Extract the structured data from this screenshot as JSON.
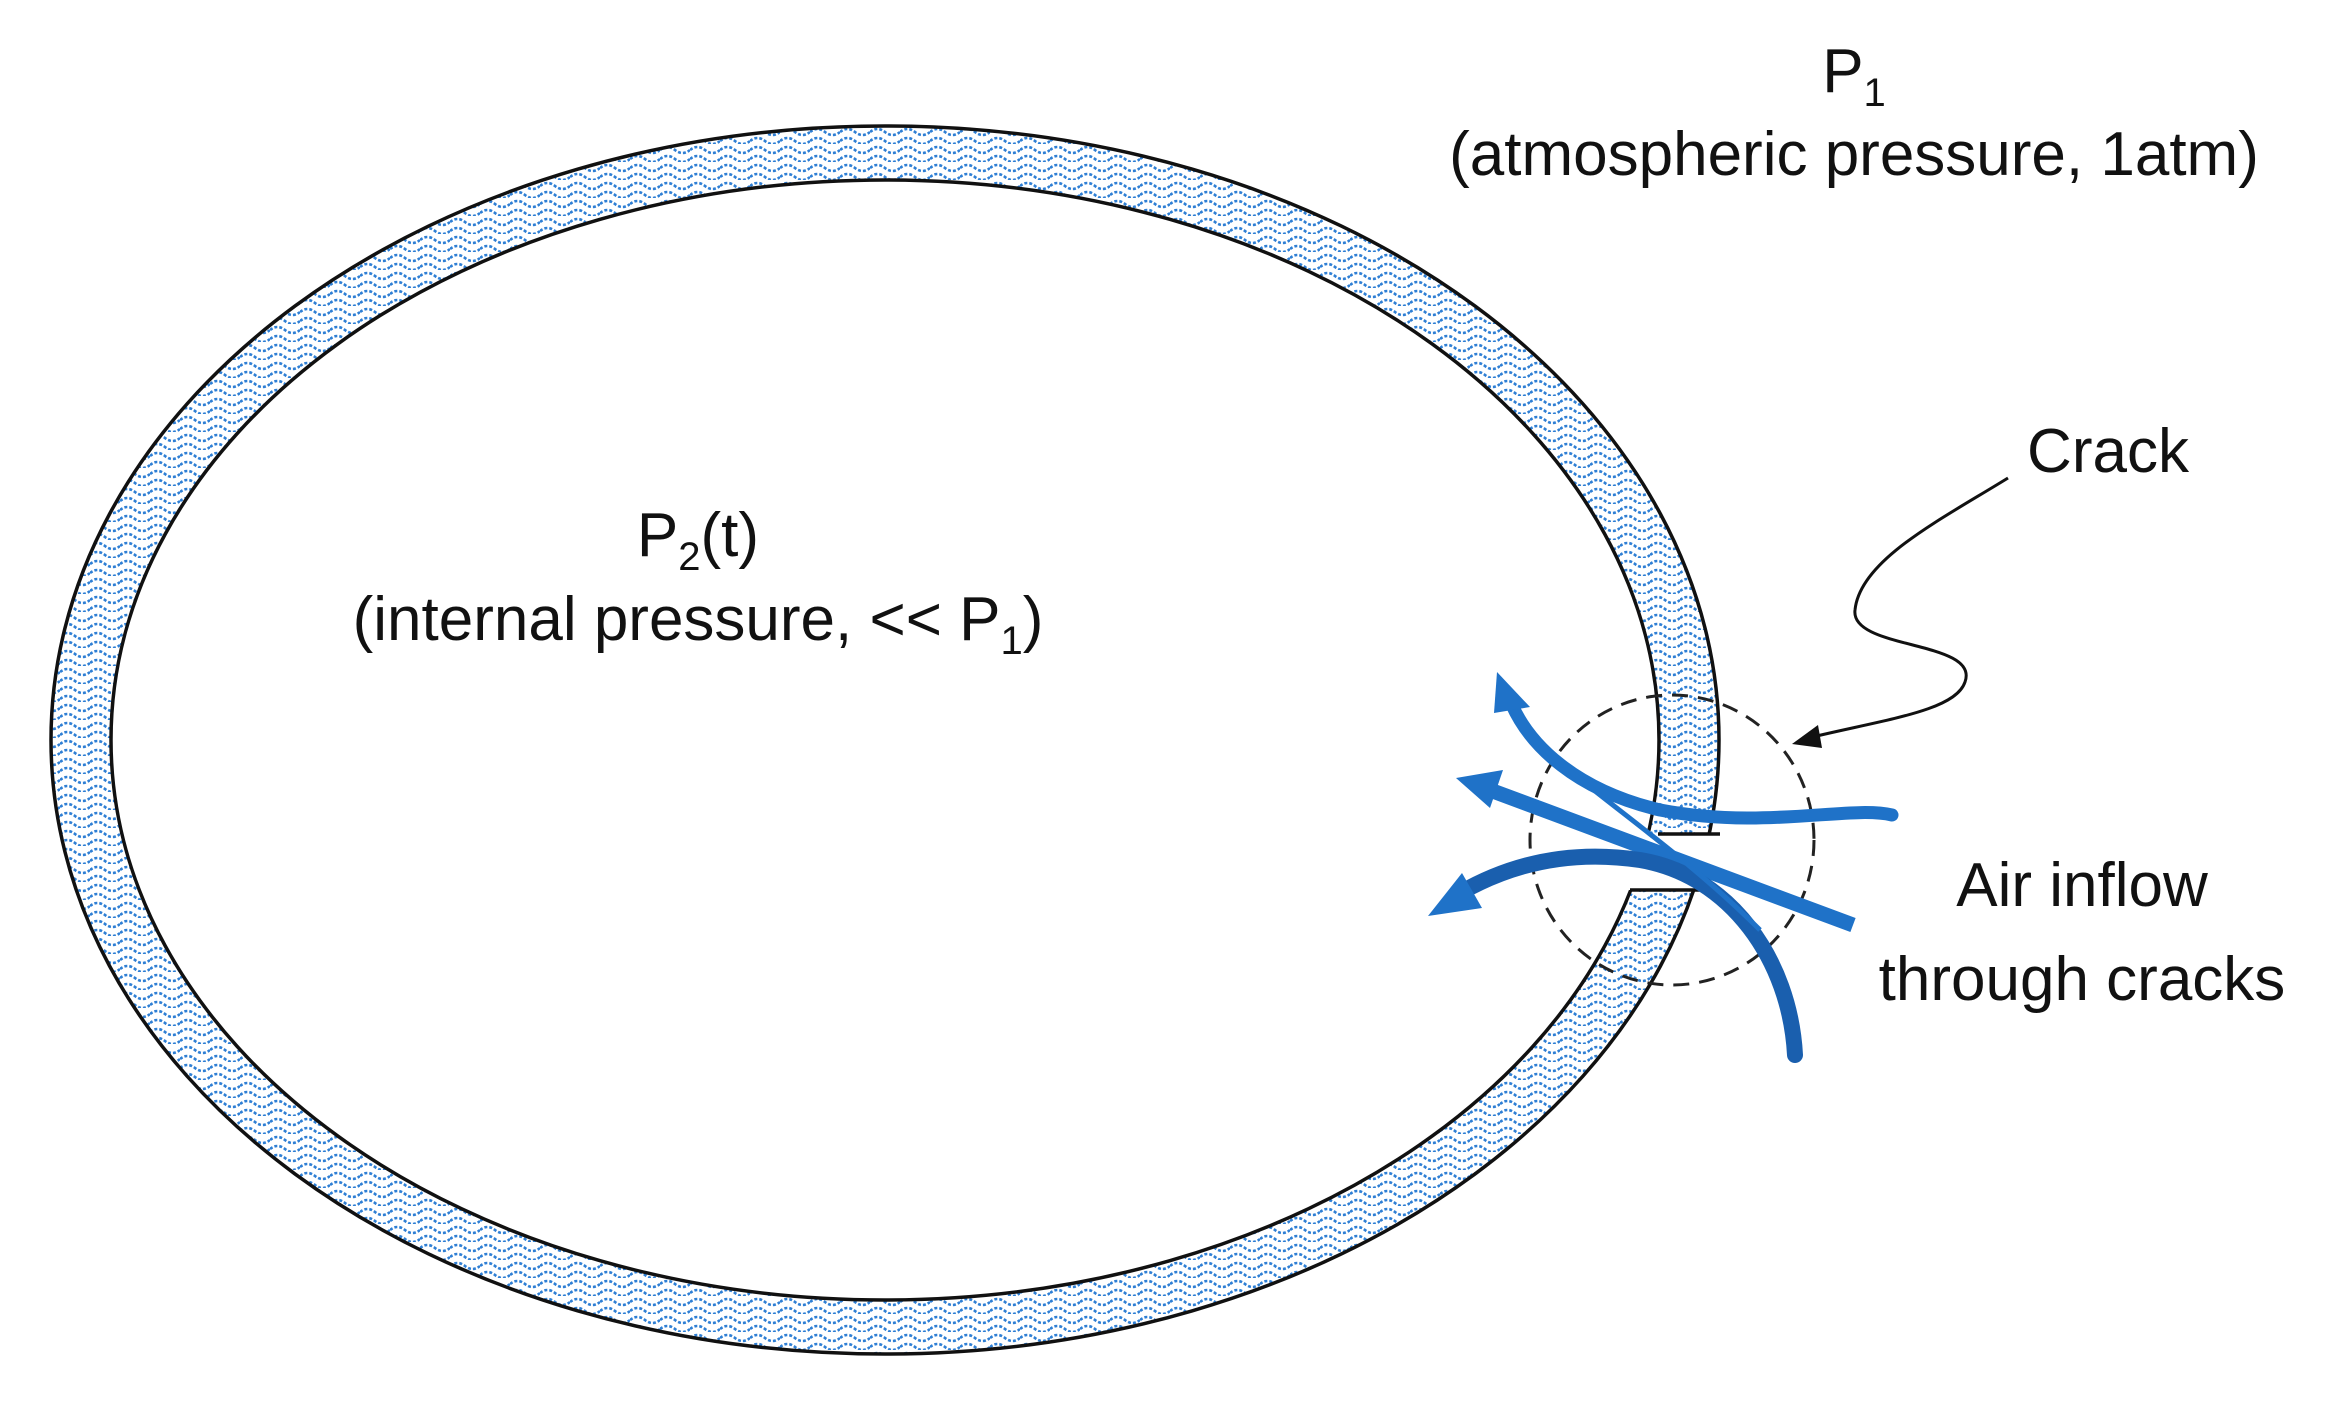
{
  "labels": {
    "outside_symbol": "P",
    "outside_subscript": "1",
    "outside_desc": "(atmospheric pressure, 1atm)",
    "inside_symbol": "P",
    "inside_subscript": "2",
    "inside_suffix": "(t)",
    "inside_desc_prefix": "(internal pressure, << P",
    "inside_desc_subscript": "1",
    "inside_desc_suffix": ")",
    "crack": "Crack",
    "inflow_line1": "Air inflow",
    "inflow_line2": "through cracks"
  },
  "colors": {
    "wall_pattern": "#2f7fd4",
    "arrow_blue": "#1f72c8",
    "arrow_blue_dark": "#1a5fae",
    "outline": "#111111"
  }
}
